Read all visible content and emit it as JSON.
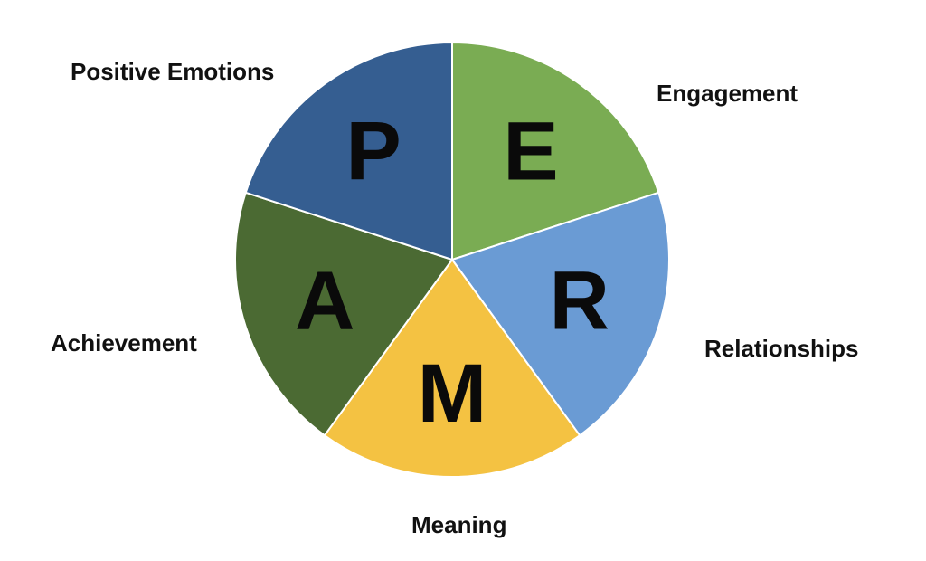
{
  "chart_data": {
    "type": "pie",
    "slices": [
      {
        "letter": "E",
        "label": "Engagement",
        "value": 1,
        "color": "#7aac53"
      },
      {
        "letter": "R",
        "label": "Relationships",
        "value": 1,
        "color": "#6a9bd4"
      },
      {
        "letter": "M",
        "label": "Meaning",
        "value": 1,
        "color": "#f4c242"
      },
      {
        "letter": "A",
        "label": "Achievement",
        "value": 1,
        "color": "#4b6a33"
      },
      {
        "letter": "P",
        "label": "Positive Emotions",
        "value": 1,
        "color": "#355e91"
      }
    ],
    "start_angle_deg": 0,
    "direction": "clockwise"
  }
}
